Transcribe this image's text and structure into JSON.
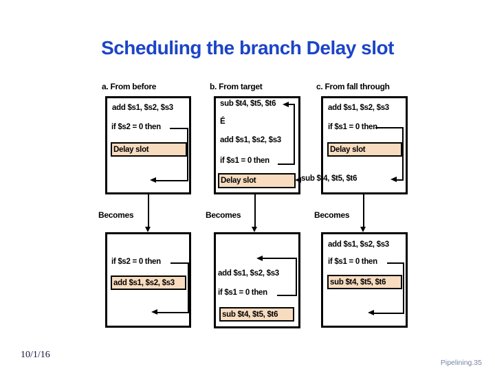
{
  "title": "Scheduling the branch Delay slot",
  "labels": {
    "becomes": "Becomes"
  },
  "colors": {
    "title": "#1c44c7",
    "delay_slot_fill": "#f8dcc0",
    "delay_slot_border": "#000000",
    "connector": "#000000",
    "footer_date": "#16163f",
    "footer_page": "#7483a4"
  },
  "diagram": {
    "a": {
      "header": "a. From before",
      "before": {
        "line1": "add $s1, $s2, $s3",
        "line2": "if $s2 = 0 then",
        "delay_slot": "Delay slot"
      },
      "after": {
        "line1": "if $s2 = 0 then",
        "delay_slot": "add $s1, $s2, $s3"
      }
    },
    "b": {
      "header": "b. From target",
      "before": {
        "line1": "sub $t4, $t5, $t6",
        "ellipsis": "É",
        "line2": "add $s1, $s2, $s3",
        "line3": "if $s1 = 0 then",
        "delay_slot": "Delay slot",
        "side_label": "sub $t4, $t5, $t6"
      },
      "after": {
        "line1": "add $s1, $s2, $s3",
        "line2": "if $s1 = 0 then",
        "delay_slot": "sub $t4, $t5, $t6"
      }
    },
    "c": {
      "header": "c. From fall through",
      "before": {
        "line1": "add $s1, $s2, $s3",
        "line2": "if $s1 = 0 then",
        "delay_slot": "Delay slot"
      },
      "after": {
        "line1": "add $s1, $s2, $s3",
        "line2": "if $s1 = 0 then",
        "delay_slot": "sub $t4, $t5, $t6"
      }
    }
  },
  "footer": {
    "date": "10/1/16",
    "page": "Pipelining.35"
  }
}
